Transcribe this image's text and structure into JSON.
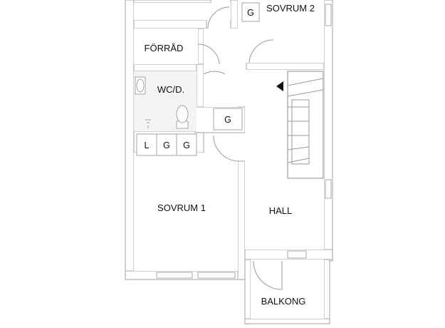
{
  "plan": {
    "rooms": {
      "sovrum2": "SOVRUM 2",
      "forrad": "FÖRRÅD",
      "wc": "WC/D.",
      "sovrum1": "SOVRUM 1",
      "hall": "HALL",
      "balkong": "BALKONG"
    },
    "cabinets": {
      "g_top": "G",
      "g_mid": "G",
      "l": "L",
      "g1": "G",
      "g2": "G"
    }
  }
}
